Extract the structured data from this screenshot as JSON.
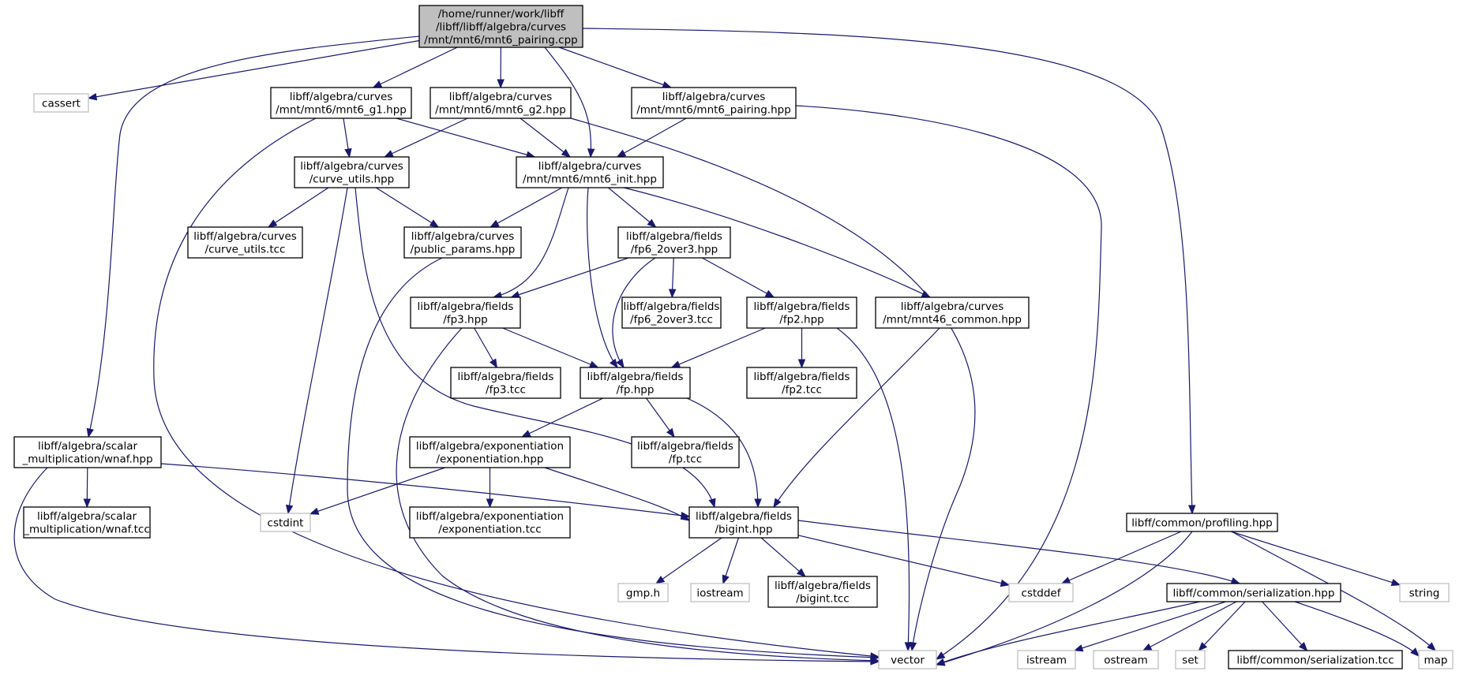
{
  "graph": {
    "nodes": [
      {
        "id": "root",
        "kind": "root",
        "lines": [
          "/home/runner/work/libff",
          "/libff/libff/algebra/curves",
          "/mnt/mnt6/mnt6_pairing.cpp"
        ]
      },
      {
        "id": "cassert",
        "kind": "system",
        "lines": [
          "cassert"
        ]
      },
      {
        "id": "mnt6_g1",
        "kind": "file",
        "lines": [
          "libff/algebra/curves",
          "/mnt/mnt6/mnt6_g1.hpp"
        ]
      },
      {
        "id": "mnt6_g2",
        "kind": "file",
        "lines": [
          "libff/algebra/curves",
          "/mnt/mnt6/mnt6_g2.hpp"
        ]
      },
      {
        "id": "mnt6_pairing",
        "kind": "file",
        "lines": [
          "libff/algebra/curves",
          "/mnt/mnt6/mnt6_pairing.hpp"
        ]
      },
      {
        "id": "curve_utils_hpp",
        "kind": "file",
        "lines": [
          "libff/algebra/curves",
          "/curve_utils.hpp"
        ]
      },
      {
        "id": "mnt6_init",
        "kind": "file",
        "lines": [
          "libff/algebra/curves",
          "/mnt/mnt6/mnt6_init.hpp"
        ]
      },
      {
        "id": "curve_utils_tcc",
        "kind": "file",
        "lines": [
          "libff/algebra/curves",
          "/curve_utils.tcc"
        ]
      },
      {
        "id": "public_params",
        "kind": "file",
        "lines": [
          "libff/algebra/curves",
          "/public_params.hpp"
        ]
      },
      {
        "id": "fp6_2over3_hpp",
        "kind": "file",
        "lines": [
          "libff/algebra/fields",
          "/fp6_2over3.hpp"
        ]
      },
      {
        "id": "fp3_hpp",
        "kind": "file",
        "lines": [
          "libff/algebra/fields",
          "/fp3.hpp"
        ]
      },
      {
        "id": "fp6_2over3_tcc",
        "kind": "file",
        "lines": [
          "libff/algebra/fields",
          "/fp6_2over3.tcc"
        ]
      },
      {
        "id": "fp2_hpp",
        "kind": "file",
        "lines": [
          "libff/algebra/fields",
          "/fp2.hpp"
        ]
      },
      {
        "id": "mnt46_common",
        "kind": "file",
        "lines": [
          "libff/algebra/curves",
          "/mnt/mnt46_common.hpp"
        ]
      },
      {
        "id": "fp3_tcc",
        "kind": "file",
        "lines": [
          "libff/algebra/fields",
          "/fp3.tcc"
        ]
      },
      {
        "id": "fp_hpp",
        "kind": "file",
        "lines": [
          "libff/algebra/fields",
          "/fp.hpp"
        ]
      },
      {
        "id": "fp2_tcc",
        "kind": "file",
        "lines": [
          "libff/algebra/fields",
          "/fp2.tcc"
        ]
      },
      {
        "id": "wnaf_hpp",
        "kind": "file",
        "lines": [
          "libff/algebra/scalar",
          "_multiplication/wnaf.hpp"
        ]
      },
      {
        "id": "exponentiation_hpp",
        "kind": "file",
        "lines": [
          "libff/algebra/exponentiation",
          "/exponentiation.hpp"
        ]
      },
      {
        "id": "fp_tcc",
        "kind": "file",
        "lines": [
          "libff/algebra/fields",
          "/fp.tcc"
        ]
      },
      {
        "id": "wnaf_tcc",
        "kind": "file",
        "lines": [
          "libff/algebra/scalar",
          "_multiplication/wnaf.tcc"
        ]
      },
      {
        "id": "cstdint",
        "kind": "system",
        "lines": [
          "cstdint"
        ]
      },
      {
        "id": "exponentiation_tcc",
        "kind": "file",
        "lines": [
          "libff/algebra/exponentiation",
          "/exponentiation.tcc"
        ]
      },
      {
        "id": "bigint_hpp",
        "kind": "file",
        "lines": [
          "libff/algebra/fields",
          "/bigint.hpp"
        ]
      },
      {
        "id": "profiling",
        "kind": "file",
        "lines": [
          "libff/common/profiling.hpp"
        ]
      },
      {
        "id": "gmp",
        "kind": "system",
        "lines": [
          "gmp.h"
        ]
      },
      {
        "id": "iostream",
        "kind": "system",
        "lines": [
          "iostream"
        ]
      },
      {
        "id": "bigint_tcc",
        "kind": "file",
        "lines": [
          "libff/algebra/fields",
          "/bigint.tcc"
        ]
      },
      {
        "id": "cstddef",
        "kind": "system",
        "lines": [
          "cstddef"
        ]
      },
      {
        "id": "serialization_hpp",
        "kind": "file",
        "lines": [
          "libff/common/serialization.hpp"
        ]
      },
      {
        "id": "string",
        "kind": "system",
        "lines": [
          "string"
        ]
      },
      {
        "id": "vector",
        "kind": "system",
        "lines": [
          "vector"
        ]
      },
      {
        "id": "istream",
        "kind": "system",
        "lines": [
          "istream"
        ]
      },
      {
        "id": "ostream",
        "kind": "system",
        "lines": [
          "ostream"
        ]
      },
      {
        "id": "set",
        "kind": "system",
        "lines": [
          "set"
        ]
      },
      {
        "id": "serialization_tcc",
        "kind": "file",
        "lines": [
          "libff/common/serialization.tcc"
        ]
      },
      {
        "id": "map",
        "kind": "system",
        "lines": [
          "map"
        ]
      }
    ],
    "edges": [
      [
        "root",
        "cassert"
      ],
      [
        "root",
        "mnt6_g1"
      ],
      [
        "root",
        "mnt6_g2"
      ],
      [
        "root",
        "mnt6_pairing"
      ],
      [
        "root",
        "mnt6_init"
      ],
      [
        "root",
        "wnaf_hpp"
      ],
      [
        "root",
        "profiling"
      ],
      [
        "mnt6_g1",
        "curve_utils_hpp"
      ],
      [
        "mnt6_g1",
        "mnt6_init"
      ],
      [
        "mnt6_g1",
        "vector"
      ],
      [
        "mnt6_g2",
        "curve_utils_hpp"
      ],
      [
        "mnt6_g2",
        "mnt6_init"
      ],
      [
        "mnt6_g2",
        "vector"
      ],
      [
        "mnt6_pairing",
        "mnt6_init"
      ],
      [
        "mnt6_pairing",
        "vector"
      ],
      [
        "curve_utils_hpp",
        "curve_utils_tcc"
      ],
      [
        "curve_utils_hpp",
        "public_params"
      ],
      [
        "curve_utils_hpp",
        "cstdint"
      ],
      [
        "curve_utils_hpp",
        "bigint_hpp"
      ],
      [
        "mnt6_init",
        "public_params"
      ],
      [
        "mnt6_init",
        "fp6_2over3_hpp"
      ],
      [
        "mnt6_init",
        "fp3_hpp"
      ],
      [
        "mnt6_init",
        "fp_hpp"
      ],
      [
        "mnt6_init",
        "mnt46_common"
      ],
      [
        "public_params",
        "vector"
      ],
      [
        "fp6_2over3_hpp",
        "fp3_hpp"
      ],
      [
        "fp6_2over3_hpp",
        "fp6_2over3_tcc"
      ],
      [
        "fp6_2over3_hpp",
        "fp2_hpp"
      ],
      [
        "fp6_2over3_hpp",
        "fp_hpp"
      ],
      [
        "fp3_hpp",
        "fp3_tcc"
      ],
      [
        "fp3_hpp",
        "fp_hpp"
      ],
      [
        "fp3_hpp",
        "vector"
      ],
      [
        "fp2_hpp",
        "fp_hpp"
      ],
      [
        "fp2_hpp",
        "fp2_tcc"
      ],
      [
        "fp2_hpp",
        "vector"
      ],
      [
        "mnt46_common",
        "bigint_hpp"
      ],
      [
        "fp_hpp",
        "exponentiation_hpp"
      ],
      [
        "fp_hpp",
        "fp_tcc"
      ],
      [
        "fp_hpp",
        "bigint_hpp"
      ],
      [
        "wnaf_hpp",
        "wnaf_tcc"
      ],
      [
        "wnaf_hpp",
        "bigint_hpp"
      ],
      [
        "wnaf_hpp",
        "vector"
      ],
      [
        "exponentiation_hpp",
        "cstdint"
      ],
      [
        "exponentiation_hpp",
        "exponentiation_tcc"
      ],
      [
        "exponentiation_hpp",
        "bigint_hpp"
      ],
      [
        "bigint_hpp",
        "gmp"
      ],
      [
        "bigint_hpp",
        "iostream"
      ],
      [
        "bigint_hpp",
        "bigint_tcc"
      ],
      [
        "bigint_hpp",
        "cstddef"
      ],
      [
        "bigint_hpp",
        "serialization_hpp"
      ],
      [
        "profiling",
        "cstddef"
      ],
      [
        "profiling",
        "string"
      ],
      [
        "profiling",
        "map"
      ],
      [
        "profiling",
        "vector"
      ],
      [
        "serialization_hpp",
        "vector"
      ],
      [
        "serialization_hpp",
        "istream"
      ],
      [
        "serialization_hpp",
        "ostream"
      ],
      [
        "serialization_hpp",
        "set"
      ],
      [
        "serialization_hpp",
        "serialization_tcc"
      ],
      [
        "serialization_hpp",
        "map"
      ]
    ]
  },
  "colors": {
    "edge": "#191970",
    "root_fill": "#bfbfbf",
    "system_border": "#bfbfbf",
    "file_border": "#000000"
  }
}
